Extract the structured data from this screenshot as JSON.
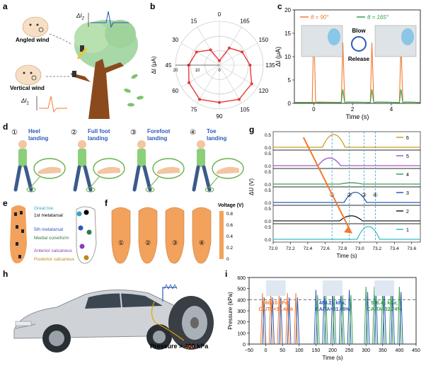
{
  "figure": {
    "panels": [
      "a",
      "b",
      "c",
      "d",
      "e",
      "f",
      "g",
      "h",
      "i"
    ]
  },
  "panel_a": {
    "labels": {
      "angled": "Angled wind",
      "vertical": "Vertical wind",
      "di1": "ΔI",
      "di1_sub": "1",
      "di2": "ΔI",
      "di2_sub": "2"
    }
  },
  "panel_b": {
    "ylabel": "ΔI (μA)",
    "angle_labels": [
      "0",
      "15",
      "30",
      "45",
      "60",
      "75",
      "90",
      "105",
      "120",
      "135",
      "150",
      "165"
    ],
    "radial_ticks": [
      "0",
      "10",
      "20"
    ],
    "chart_data": {
      "type": "polar",
      "angles_deg": [
        0,
        15,
        30,
        45,
        60,
        75,
        90,
        105,
        120,
        135,
        150,
        165
      ],
      "values": [
        2,
        8,
        12,
        14,
        16,
        18,
        17,
        18,
        17,
        14,
        12,
        9
      ]
    },
    "line_color": "#e53935"
  },
  "panel_c": {
    "legend": [
      {
        "name": "θ = 90°",
        "color": "#f07a2e"
      },
      {
        "name": "θ = 165°",
        "color": "#3aa04c"
      }
    ],
    "ylabel": "ΔI (μA)",
    "xlabel": "Time (s)",
    "yticks": [
      "0",
      "5",
      "10",
      "15",
      "20"
    ],
    "xticks": [
      "0",
      "2",
      "4"
    ],
    "blow": "Blow",
    "release": "Release",
    "chart_data": {
      "type": "line",
      "x_range": [
        -1,
        5.5
      ],
      "y_range": [
        0,
        20
      ],
      "series": [
        {
          "name": "θ = 90°",
          "peaks_x": [
            0,
            1.5,
            3,
            4.5
          ],
          "peak_y": [
            16,
            13,
            13,
            13
          ]
        },
        {
          "name": "θ = 165°",
          "peaks_x": [
            1.5,
            3,
            4.5
          ],
          "peak_y": [
            3,
            3,
            3
          ]
        }
      ]
    }
  },
  "panel_d": {
    "steps": [
      {
        "num": "①",
        "text": "Heel\nlanding"
      },
      {
        "num": "②",
        "text": "Full foot\nlanding"
      },
      {
        "num": "③",
        "text": "Forefoot\nlanding"
      },
      {
        "num": "④",
        "text": "Toe\nlanding"
      }
    ]
  },
  "panel_e": {
    "labels": [
      {
        "text": "Great toe",
        "color": "#36a2c8"
      },
      {
        "text": "1st metatarsal",
        "color": "#000000"
      },
      {
        "text": "5th metatarsal",
        "color": "#2b5ab8"
      },
      {
        "text": "Medial cuneiform",
        "color": "#2f7a4a"
      },
      {
        "text": "Anterior calcaneus",
        "color": "#8a3fb5"
      },
      {
        "text": "Posterior calcaneus",
        "color": "#b88a18"
      }
    ]
  },
  "panel_f": {
    "title": "Voltage (V)",
    "scale": [
      "0.8",
      "0.6",
      "0.4",
      "0.2",
      "0"
    ],
    "foot_labels": [
      "①",
      "②",
      "③",
      "④"
    ]
  },
  "panel_g": {
    "ylabel": "ΔU (V)",
    "xlabel": "Time (s)",
    "xticks": [
      "72.0",
      "72.2",
      "72.4",
      "72.6",
      "72.8",
      "73.0",
      "73.2",
      "73.4",
      "73.6"
    ],
    "phase_labels": [
      "①",
      "②",
      "③",
      "④"
    ],
    "chart_data": {
      "type": "line",
      "x_range": [
        72.0,
        73.7
      ],
      "y_range_each": [
        0,
        0.5
      ],
      "series": [
        {
          "name": "6",
          "color": "#c9a020",
          "peak_x": 72.7,
          "peak": 0.5
        },
        {
          "name": "5",
          "color": "#a059c8",
          "peak_x": 72.65,
          "peak": 0.3
        },
        {
          "name": "4",
          "color": "#3aa04c",
          "peak_x": 72.9,
          "peak": 0.05
        },
        {
          "name": "3",
          "color": "#2b5ab8",
          "peak_x": 72.95,
          "peak": 0.4
        },
        {
          "name": "2",
          "color": "#222222",
          "peak_x": 72.9,
          "peak": 0.2
        },
        {
          "name": "1",
          "color": "#36c0c8",
          "peak_x": 73.1,
          "peak": 0.5
        }
      ]
    }
  },
  "panel_h": {
    "label": "Pressure > 400 kPa"
  },
  "panel_i": {
    "ylabel": "Pressure (kPa)",
    "xlabel": "Time (s)",
    "yticks": [
      "0",
      "100",
      "200",
      "300",
      "400",
      "500",
      "600"
    ],
    "xticks": [
      "−50",
      "0",
      "50",
      "100",
      "150",
      "200",
      "250",
      "300",
      "350",
      "400",
      "450"
    ],
    "groups": [
      {
        "value": "460.10 kPa;",
        "ratio": "CA/TA=30.44%",
        "color": "#f07a2e"
      },
      {
        "value": "488.21 kPa;",
        "ratio": "CA/TA=31.46%",
        "color": "#2b5ab8"
      },
      {
        "value": "516.41 kPa;",
        "ratio": "CA/TA=32.74%",
        "color": "#3aa04c"
      }
    ],
    "chart_data": {
      "type": "line",
      "x_range": [
        -50,
        450
      ],
      "y_range": [
        0,
        600
      ],
      "threshold": 400,
      "series": [
        {
          "name": "group1",
          "color": "#f07a2e",
          "peaks_x": [
            -10,
            15,
            40,
            65,
            90
          ],
          "peak": 460
        },
        {
          "name": "group1b",
          "color": "#2b5ab8",
          "peaks_x": [
            -5,
            20,
            45,
            70,
            95
          ],
          "peak": 420
        },
        {
          "name": "group2",
          "color": "#2b5ab8",
          "peaks_x": [
            150,
            175,
            200,
            225,
            250
          ],
          "peak": 488
        },
        {
          "name": "group2b",
          "color": "#3aa04c",
          "peaks_x": [
            155,
            180,
            205,
            230,
            255
          ],
          "peak": 440
        },
        {
          "name": "group3",
          "color": "#3aa04c",
          "peaks_x": [
            300,
            325,
            350,
            375,
            400
          ],
          "peak": 516
        },
        {
          "name": "group3b",
          "color": "#2b5ab8",
          "peaks_x": [
            305,
            330,
            355,
            380,
            405
          ],
          "peak": 470
        }
      ]
    }
  }
}
